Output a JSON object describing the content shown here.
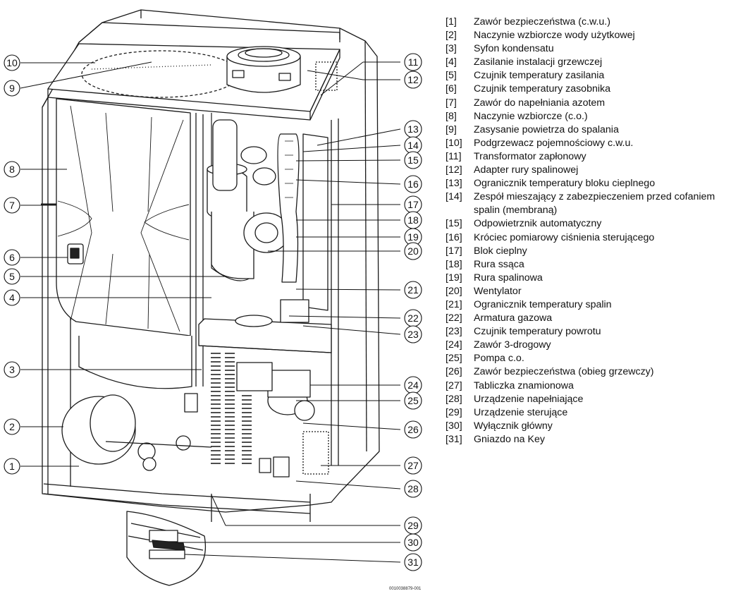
{
  "callouts": [
    "10",
    "9",
    "8",
    "7",
    "6",
    "5",
    "4",
    "3",
    "2",
    "1",
    "11",
    "12",
    "13",
    "14",
    "15",
    "16",
    "17",
    "18",
    "19",
    "20",
    "21",
    "22",
    "23",
    "24",
    "25",
    "26",
    "27",
    "28",
    "29",
    "30",
    "31"
  ],
  "legend": [
    {
      "num": "[1]",
      "text": "Zawór bezpieczeństwa (c.w.u.)"
    },
    {
      "num": "[2]",
      "text": "Naczynie wzbiorcze wody użytkowej"
    },
    {
      "num": "[3]",
      "text": "Syfon kondensatu"
    },
    {
      "num": "[4]",
      "text": "Zasilanie instalacji grzewczej"
    },
    {
      "num": "[5]",
      "text": "Czujnik temperatury zasilania"
    },
    {
      "num": "[6]",
      "text": "Czujnik temperatury zasobnika"
    },
    {
      "num": "[7]",
      "text": "Zawór do napełniania azotem"
    },
    {
      "num": "[8]",
      "text": "Naczynie wzbiorcze (c.o.)"
    },
    {
      "num": "[9]",
      "text": "Zasysanie powietrza do spalania"
    },
    {
      "num": "[10]",
      "text": "Podgrzewacz pojemnościowy c.w.u."
    },
    {
      "num": "[11]",
      "text": "Transformator zapłonowy"
    },
    {
      "num": "[12]",
      "text": "Adapter rury spalinowej"
    },
    {
      "num": "[13]",
      "text": "Ogranicznik temperatury bloku cieplnego"
    },
    {
      "num": "[14]",
      "text": "Zespół mieszający z zabezpieczeniem przed cofaniem spalin (membraną)"
    },
    {
      "num": "[15]",
      "text": "Odpowietrznik automatyczny"
    },
    {
      "num": "[16]",
      "text": "Króciec pomiarowy ciśnienia sterującego"
    },
    {
      "num": "[17]",
      "text": "Blok cieplny"
    },
    {
      "num": "[18]",
      "text": "Rura ssąca"
    },
    {
      "num": "[19]",
      "text": "Rura spalinowa"
    },
    {
      "num": "[20]",
      "text": "Wentylator"
    },
    {
      "num": "[21]",
      "text": "Ogranicznik temperatury spalin"
    },
    {
      "num": "[22]",
      "text": "Armatura gazowa"
    },
    {
      "num": "[23]",
      "text": "Czujnik temperatury powrotu"
    },
    {
      "num": "[24]",
      "text": "Zawór 3-drogowy"
    },
    {
      "num": "[25]",
      "text": "Pompa c.o."
    },
    {
      "num": "[26]",
      "text": "Zawór bezpieczeństwa (obieg grzewczy)"
    },
    {
      "num": "[27]",
      "text": "Tabliczka znamionowa"
    },
    {
      "num": "[28]",
      "text": "Urządzenie napełniające"
    },
    {
      "num": "[29]",
      "text": "Urządzenie sterujące"
    },
    {
      "num": "[30]",
      "text": "Wyłącznik główny"
    },
    {
      "num": "[31]",
      "text": "Gniazdo na Key"
    }
  ],
  "document_id": "0010038879-001"
}
